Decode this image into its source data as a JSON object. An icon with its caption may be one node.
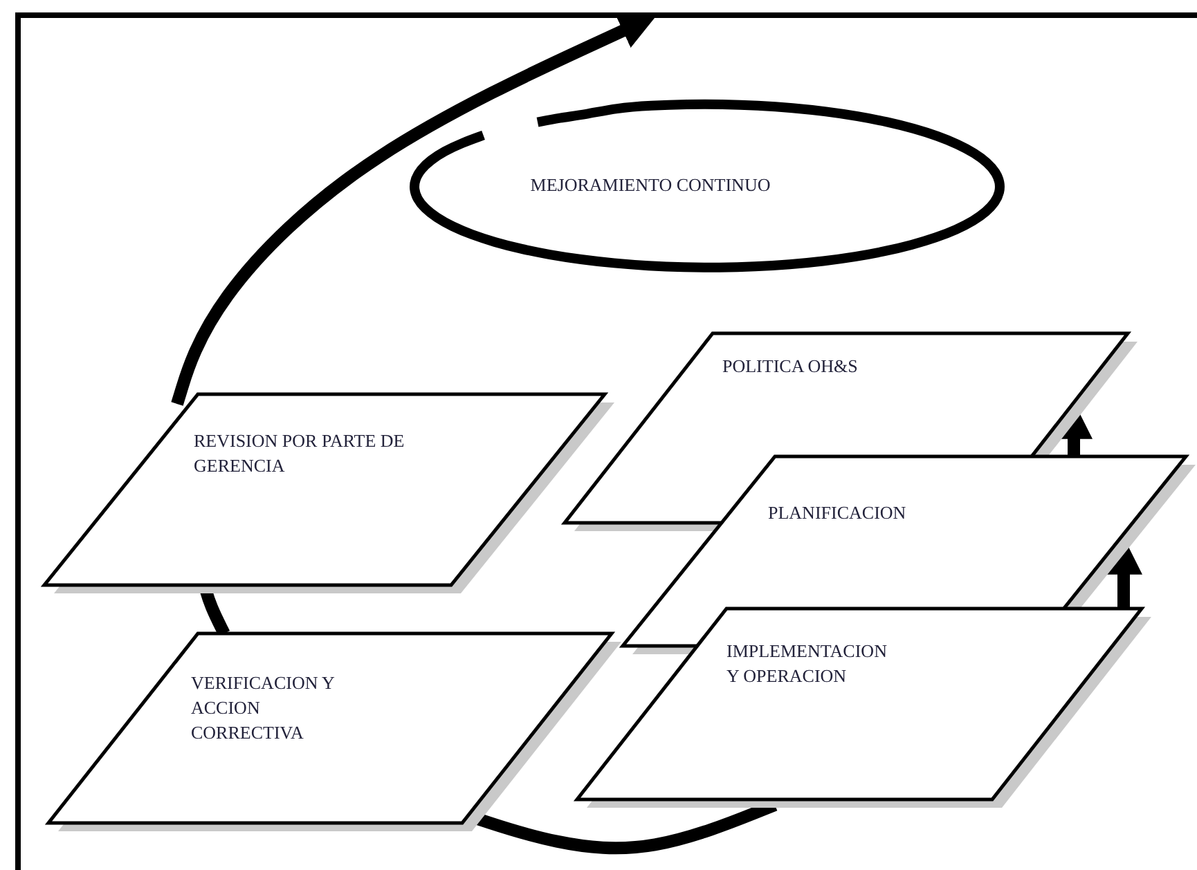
{
  "diagram": {
    "nodes": [
      {
        "text": [
          "MEJORAMIENTO CONTINUO"
        ]
      },
      {
        "text": [
          "POLITICA OH&S"
        ]
      },
      {
        "text": [
          "PLANIFICACION"
        ]
      },
      {
        "text": [
          "IMPLEMENTACION Y OPERACION"
        ]
      },
      {
        "text": [
          "VERIFICACION Y ACCION CORRECTIVA"
        ]
      },
      {
        "text": [
          "REVISION POR PARTE DE GERENCIA"
        ]
      }
    ],
    "edges": [
      {
        "from": 5,
        "to": null,
        "arrow": "to"
      },
      {
        "from": 2,
        "to": 1,
        "arrow": "to"
      },
      {
        "from": 3,
        "to": 2,
        "arrow": "to"
      },
      {
        "from": 3,
        "to": 4,
        "arrow": "none"
      },
      {
        "from": 4,
        "to": 5,
        "arrow": "none"
      }
    ]
  }
}
